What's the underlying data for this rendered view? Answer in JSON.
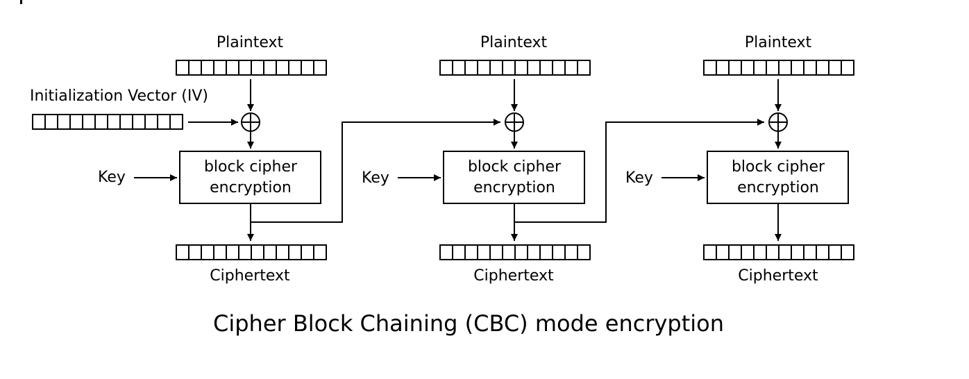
{
  "caption": "Cipher Block Chaining (CBC) mode encryption",
  "iv": {
    "label": "Initialization Vector (IV)",
    "cell_count": 12
  },
  "blocks": [
    {
      "plaintext_label": "Plaintext",
      "key_label": "Key",
      "cipher_line1": "block cipher",
      "cipher_line2": "encryption",
      "ciphertext_label": "Ciphertext",
      "xor_symbol": "⊕",
      "cell_count": 12
    },
    {
      "plaintext_label": "Plaintext",
      "key_label": "Key",
      "cipher_line1": "block cipher",
      "cipher_line2": "encryption",
      "ciphertext_label": "Ciphertext",
      "xor_symbol": "⊕",
      "cell_count": 12
    },
    {
      "plaintext_label": "Plaintext",
      "key_label": "Key",
      "cipher_line1": "block cipher",
      "cipher_line2": "encryption",
      "ciphertext_label": "Ciphertext",
      "xor_symbol": "⊕",
      "cell_count": 12
    }
  ]
}
